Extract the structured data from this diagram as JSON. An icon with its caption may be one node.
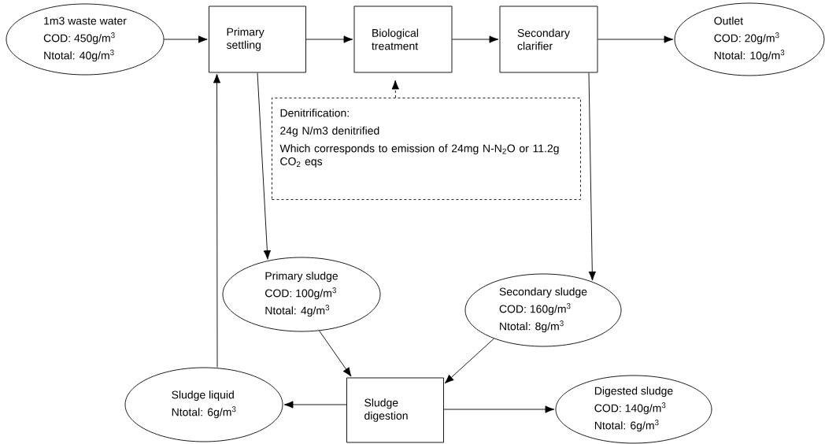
{
  "diagram": {
    "nodes": [
      {
        "text": [
          "1m3 waste water",
          "COD: 450g/m$^{3}$",
          "Ntotal: 40g/m$^{3}$"
        ]
      },
      {
        "text": [
          "Primary settling"
        ]
      },
      {
        "text": [
          "Biological treatment"
        ]
      },
      {
        "text": [
          "Secondary clarifier"
        ]
      },
      {
        "text": [
          "Outlet",
          "COD: 20g/m$^{3}$",
          "Ntotal: 10g/m$^{3}$"
        ]
      },
      {
        "text": [
          "Denitrification:",
          "24g N/m3 denitrified",
          "Which corresponds to emission of 24mg N-N$_{2}$O or 11.2g CO$_{2}$ eqs"
        ]
      },
      {
        "text": [
          "Primary sludge",
          "COD: 100g/m$^{3}$",
          "Ntotal: 4g/m$^{3}$"
        ]
      },
      {
        "text": [
          "Secondary sludge",
          "COD: 160g/m$^{3}$",
          "Ntotal: 8g/m$^{3}$"
        ]
      },
      {
        "text": [
          "Sludge liquid",
          "Ntotal: 6g/m$^{3}$"
        ]
      },
      {
        "text": [
          "Sludge digestion"
        ]
      },
      {
        "text": [
          "Digested sludge",
          "COD: 140g/m$^{3}$",
          "Ntotal: 6g/m$^{3}$"
        ]
      }
    ],
    "edges": [
      {
        "from": 0,
        "to": 1,
        "arrow": "to"
      },
      {
        "from": 1,
        "to": 2,
        "arrow": "to"
      },
      {
        "from": 2,
        "to": 3,
        "arrow": "to"
      },
      {
        "from": 3,
        "to": 4,
        "arrow": "to"
      },
      {
        "from": 5,
        "to": 2,
        "arrow": "to",
        "style": "dashed"
      },
      {
        "from": 1,
        "to": 6,
        "arrow": "to"
      },
      {
        "from": 3,
        "to": 7,
        "arrow": "to"
      },
      {
        "from": 6,
        "to": 9,
        "arrow": "to"
      },
      {
        "from": 7,
        "to": 9,
        "arrow": "to"
      },
      {
        "from": 9,
        "to": 8,
        "arrow": "to"
      },
      {
        "from": 9,
        "to": 10,
        "arrow": "to"
      },
      {
        "from": 8,
        "to": 1,
        "arrow": "to"
      }
    ]
  }
}
